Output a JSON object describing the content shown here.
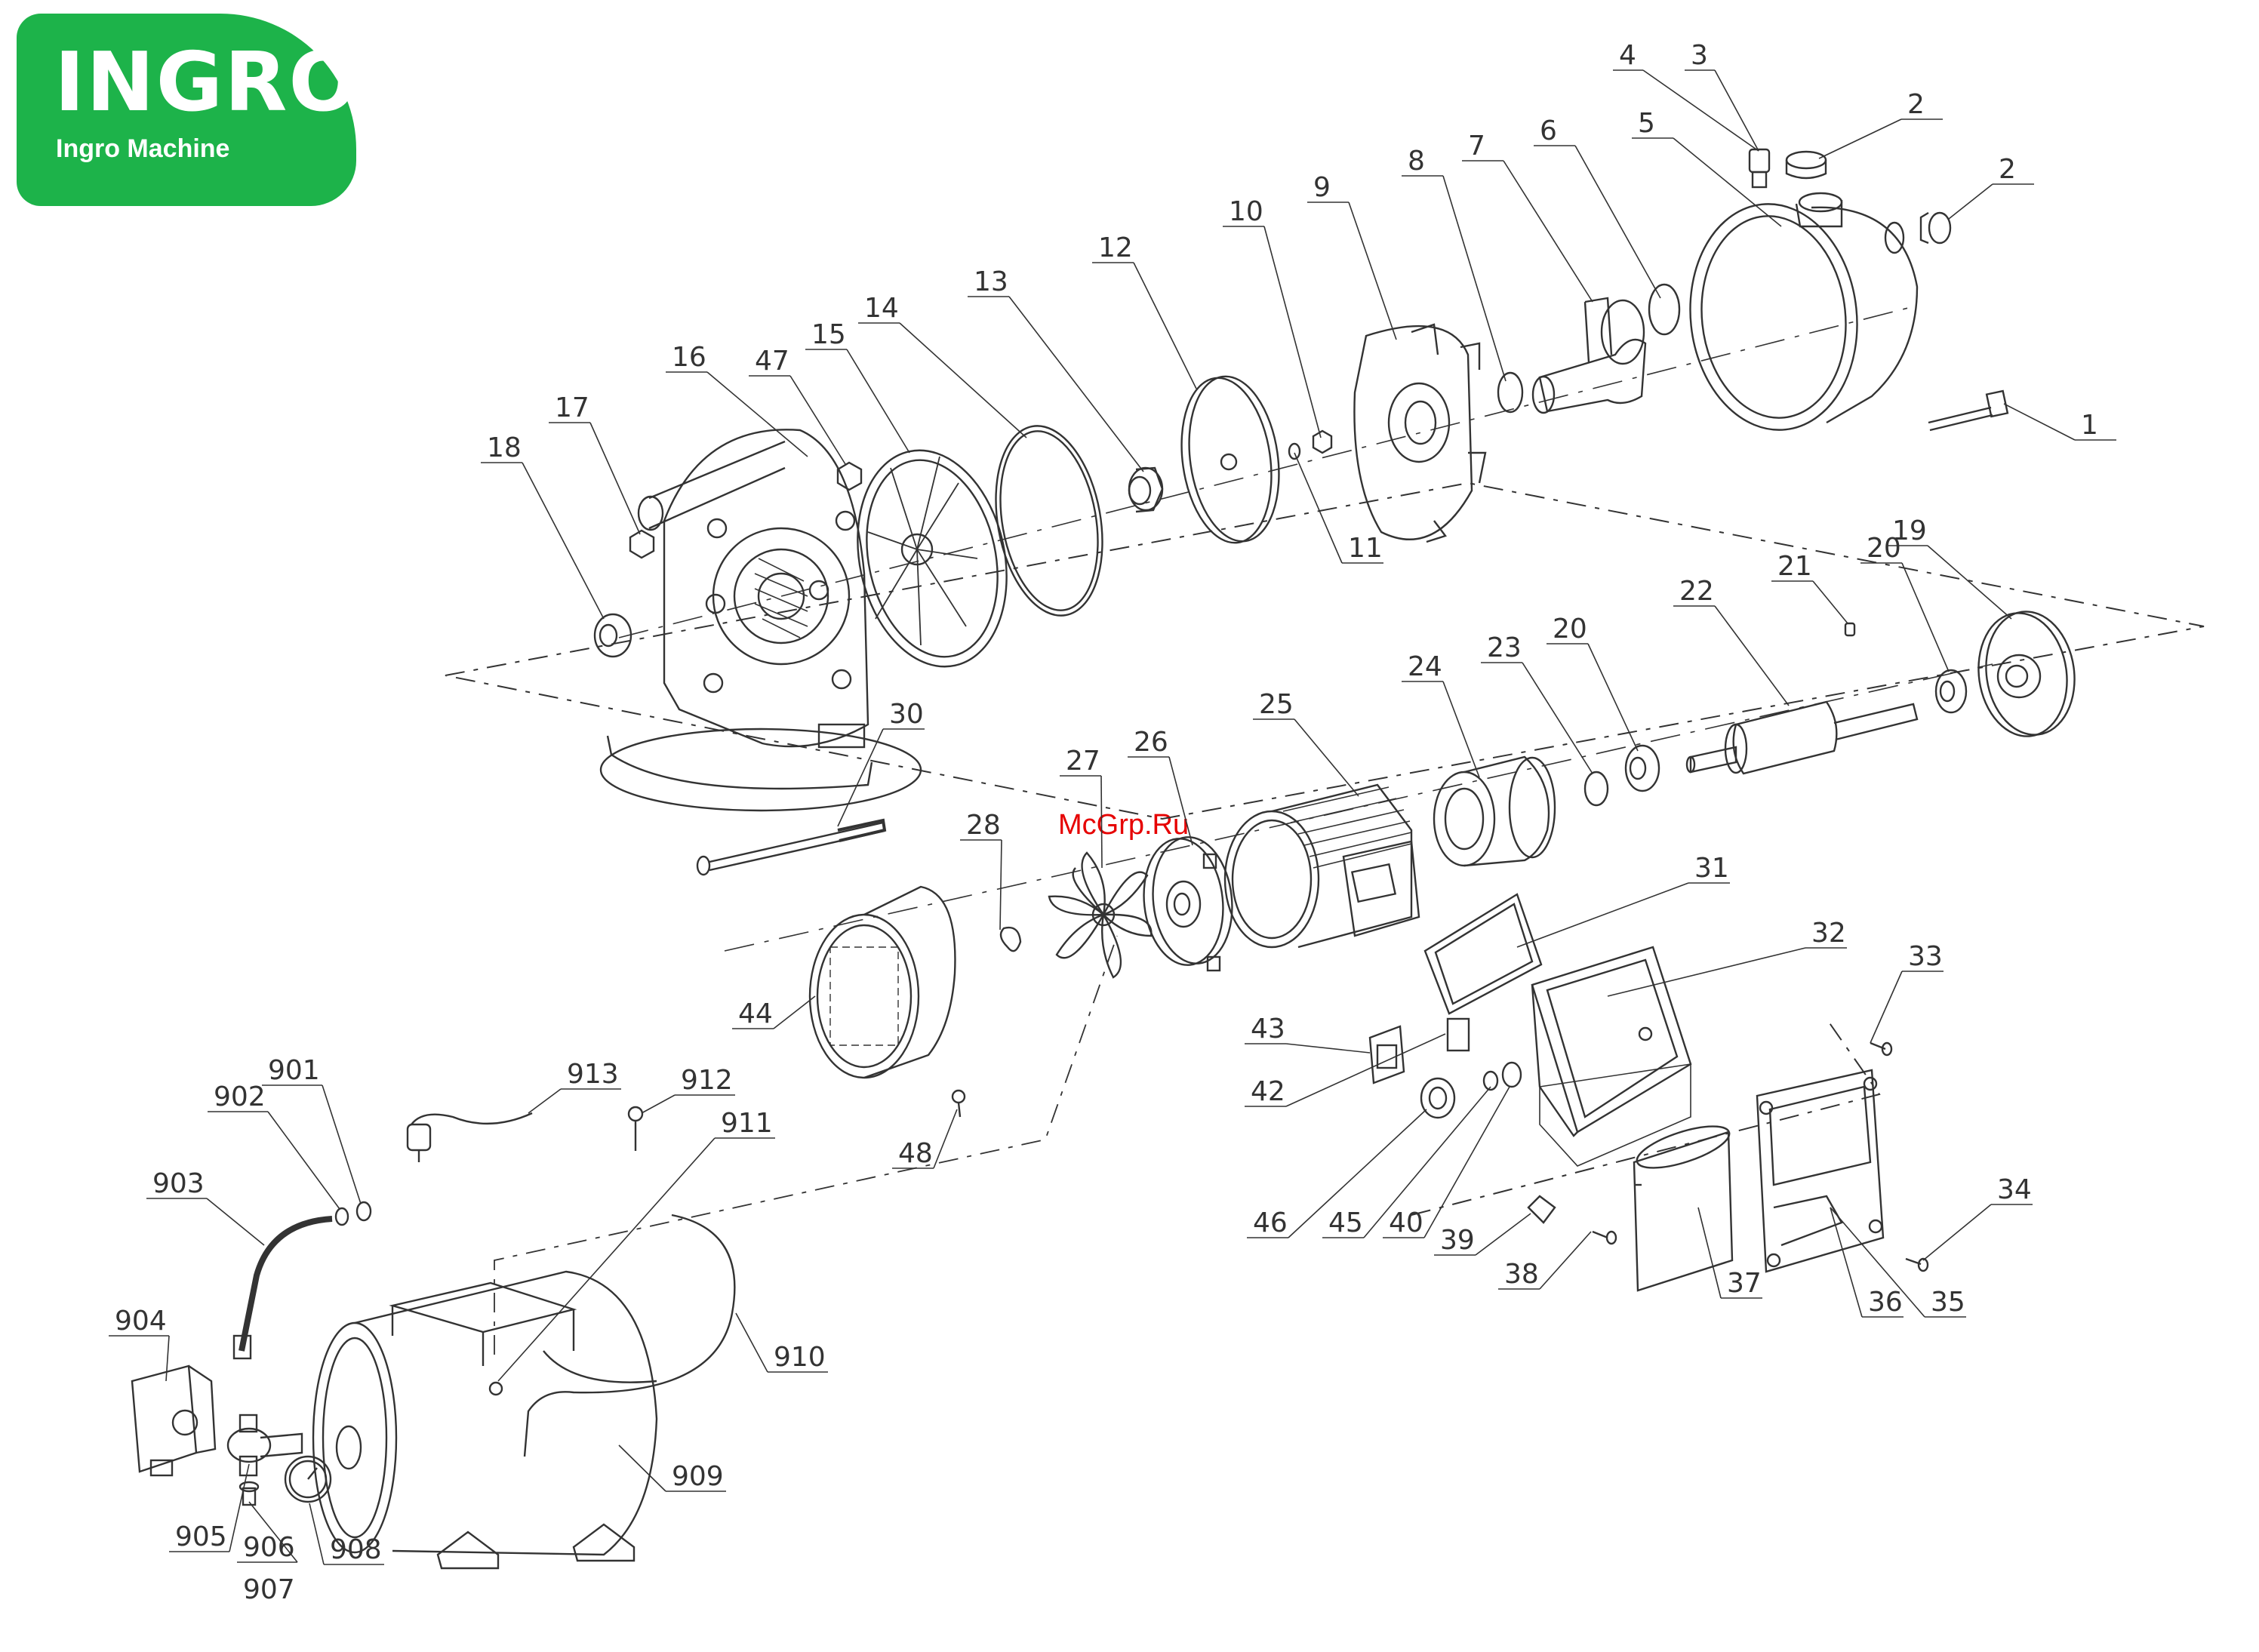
{
  "logo": {
    "brand": "INGRO",
    "subtitle": "Ingro Machine",
    "color": "#1db34a"
  },
  "watermark": {
    "text": "McGrp.Ru",
    "color": "#e60000"
  },
  "callouts": [
    {
      "id": "1",
      "label": "1"
    },
    {
      "id": "2a",
      "label": "2"
    },
    {
      "id": "2b",
      "label": "2"
    },
    {
      "id": "3",
      "label": "3"
    },
    {
      "id": "4",
      "label": "4"
    },
    {
      "id": "5",
      "label": "5"
    },
    {
      "id": "6",
      "label": "6"
    },
    {
      "id": "7",
      "label": "7"
    },
    {
      "id": "8",
      "label": "8"
    },
    {
      "id": "9",
      "label": "9"
    },
    {
      "id": "10",
      "label": "10"
    },
    {
      "id": "11",
      "label": "11"
    },
    {
      "id": "12",
      "label": "12"
    },
    {
      "id": "13",
      "label": "13"
    },
    {
      "id": "14",
      "label": "14"
    },
    {
      "id": "15",
      "label": "15"
    },
    {
      "id": "16",
      "label": "16"
    },
    {
      "id": "17",
      "label": "17"
    },
    {
      "id": "18",
      "label": "18"
    },
    {
      "id": "19",
      "label": "19"
    },
    {
      "id": "20a",
      "label": "20"
    },
    {
      "id": "20b",
      "label": "20"
    },
    {
      "id": "21",
      "label": "21"
    },
    {
      "id": "22",
      "label": "22"
    },
    {
      "id": "23",
      "label": "23"
    },
    {
      "id": "24",
      "label": "24"
    },
    {
      "id": "25",
      "label": "25"
    },
    {
      "id": "26",
      "label": "26"
    },
    {
      "id": "27",
      "label": "27"
    },
    {
      "id": "28",
      "label": "28"
    },
    {
      "id": "30",
      "label": "30"
    },
    {
      "id": "31",
      "label": "31"
    },
    {
      "id": "32",
      "label": "32"
    },
    {
      "id": "33",
      "label": "33"
    },
    {
      "id": "34",
      "label": "34"
    },
    {
      "id": "35",
      "label": "35"
    },
    {
      "id": "36",
      "label": "36"
    },
    {
      "id": "37",
      "label": "37"
    },
    {
      "id": "38",
      "label": "38"
    },
    {
      "id": "39",
      "label": "39"
    },
    {
      "id": "40",
      "label": "40"
    },
    {
      "id": "42",
      "label": "42"
    },
    {
      "id": "43",
      "label": "43"
    },
    {
      "id": "44",
      "label": "44"
    },
    {
      "id": "45",
      "label": "45"
    },
    {
      "id": "46",
      "label": "46"
    },
    {
      "id": "47",
      "label": "47"
    },
    {
      "id": "48",
      "label": "48"
    },
    {
      "id": "901",
      "label": "901"
    },
    {
      "id": "902",
      "label": "902"
    },
    {
      "id": "903",
      "label": "903"
    },
    {
      "id": "904",
      "label": "904"
    },
    {
      "id": "905",
      "label": "905"
    },
    {
      "id": "906",
      "label": "906"
    },
    {
      "id": "907",
      "label": "907"
    },
    {
      "id": "908",
      "label": "908"
    },
    {
      "id": "909",
      "label": "909"
    },
    {
      "id": "910",
      "label": "910"
    },
    {
      "id": "911",
      "label": "911"
    },
    {
      "id": "912",
      "label": "912"
    },
    {
      "id": "913",
      "label": "913"
    }
  ]
}
